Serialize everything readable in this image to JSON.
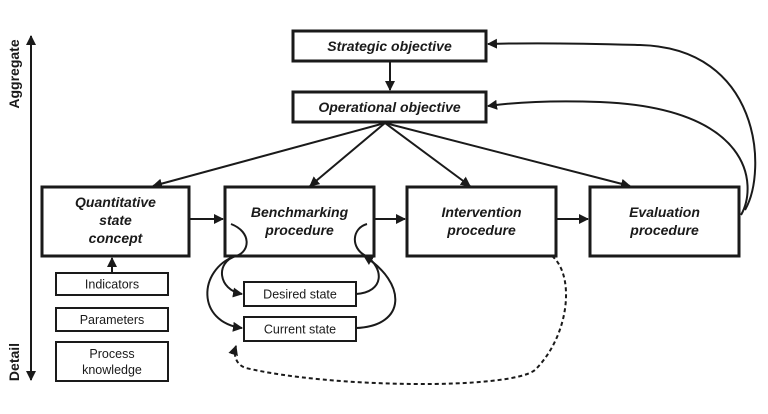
{
  "axis": {
    "top_label": "Aggregate",
    "bottom_label": "Detail"
  },
  "nodes": {
    "strategic": "Strategic objective",
    "operational": "Operational objective",
    "quantitative_line1": "Quantitative",
    "quantitative_line2": "state",
    "quantitative_line3": "concept",
    "benchmarking_line1": "Benchmarking",
    "benchmarking_line2": "procedure",
    "intervention_line1": "Intervention",
    "intervention_line2": "procedure",
    "evaluation_line1": "Evaluation",
    "evaluation_line2": "procedure",
    "indicators": "Indicators",
    "parameters": "Parameters",
    "process_knowledge_line1": "Process",
    "process_knowledge_line2": "knowledge",
    "desired_state": "Desired state",
    "current_state": "Current state"
  }
}
